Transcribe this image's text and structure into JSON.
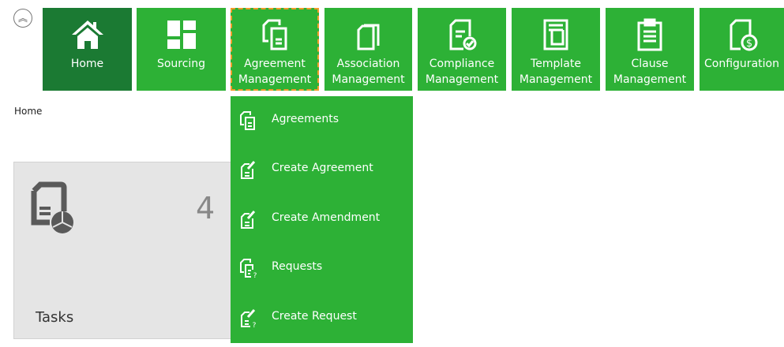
{
  "nav": {
    "tiles": [
      {
        "label1": "Home",
        "label2": ""
      },
      {
        "label1": "Sourcing",
        "label2": ""
      },
      {
        "label1": "Agreement",
        "label2": "Management"
      },
      {
        "label1": "Association",
        "label2": "Management"
      },
      {
        "label1": "Compliance",
        "label2": "Management"
      },
      {
        "label1": "Template",
        "label2": "Management"
      },
      {
        "label1": "Clause",
        "label2": "Management"
      },
      {
        "label1": "Configuration",
        "label2": ""
      }
    ]
  },
  "breadcrumb": "Home",
  "card": {
    "title": "Tasks",
    "count": "4"
  },
  "menu": {
    "items": [
      "Agreements",
      "Create Agreement",
      "Create Amendment",
      "Requests",
      "Create Request"
    ]
  },
  "colors": {
    "home": "#1b7a33",
    "tile": "#2db136",
    "focus": "#f39c2b"
  }
}
